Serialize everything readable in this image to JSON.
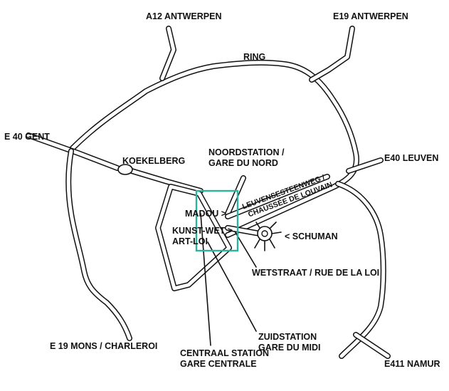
{
  "labels": {
    "a12": "A12 ANTWERPEN",
    "e19_north": "E19 ANTWERPEN",
    "ring": "RING",
    "e40_gent": "E 40 GENT",
    "koekelberg": "KOEKELBERG",
    "noordstation_1": "NOORDSTATION /",
    "noordstation_2": "GARE DU NORD",
    "e40_leuven": "E40 LEUVEN",
    "leuvense_1": "LEUVENSESTEENWEG /",
    "leuvense_2": "CHAUSSÉE DE LOUVAIN",
    "madou": "MADOU >",
    "kunst_1": "KUNST-WET >",
    "kunst_2": "ART-LOI",
    "schuman": "< SCHUMAN",
    "wetstraat": "WETSTRAAT / RUE DE LA LOI",
    "zuid_1": "ZUIDSTATION",
    "zuid_2": "GARE DU MIDI",
    "centraal_1": "CENTRAAL STATION",
    "centraal_2": "GARE CENTRALE",
    "e19_mons": "E 19 MONS / CHARLEROI",
    "e411": "E411 NAMUR"
  },
  "colors": {
    "road": "#111111",
    "highlight": "#2bb3a0"
  }
}
